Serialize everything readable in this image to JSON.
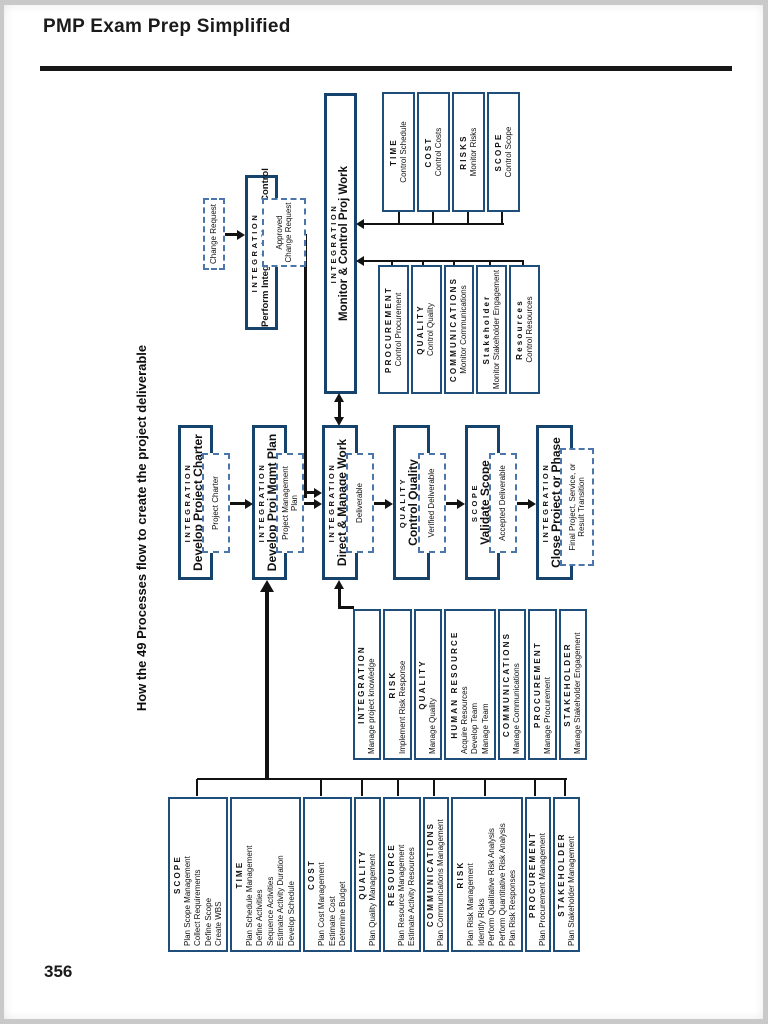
{
  "page": {
    "header_title": "PMP Exam Prep Simplified",
    "page_number": "356"
  },
  "diagram": {
    "title": "How the 49 Processes flow to create the project deliverable",
    "chain": [
      {
        "category": "INTEGRATION",
        "title": "Develop Project Charter",
        "output": "Project Charter"
      },
      {
        "category": "INTEGRATION",
        "title": "Develop Proj Mgmt Plan",
        "output": "Project Management Plan"
      },
      {
        "category": "INTEGRATION",
        "title": "Direct & Manage Work",
        "output": "Deliverable"
      },
      {
        "category": "QUALITY",
        "title": "Control Quality",
        "output": "Verified Deliverable"
      },
      {
        "category": "SCOPE",
        "title": "Validate Scope",
        "output": "Accepted Deliverable"
      },
      {
        "category": "INTEGRATION",
        "title": "Close Project or Phase",
        "output": "Final Project, Service, or Result Transition"
      }
    ],
    "monitoring": {
      "hub": {
        "category": "INTEGRATION",
        "title": "Monitor & Control Proj Work"
      },
      "change_control": {
        "category": "INTEGRATION",
        "title": "Perform Integrated Change Control",
        "output": "Approved Change Request"
      },
      "change_request_label": "Change Request",
      "right_group": {
        "items": [
          {
            "heading": "TIME",
            "lines": [
              "Control Schedule"
            ]
          },
          {
            "heading": "COST",
            "lines": [
              "Control Costs"
            ]
          },
          {
            "heading": "RISKS",
            "lines": [
              "Monitor Risks"
            ]
          },
          {
            "heading": "SCOPE",
            "lines": [
              "Control Scope"
            ]
          }
        ]
      },
      "left_group": {
        "items": [
          {
            "heading": "PROCUREMENT",
            "lines": [
              "Control Procurement"
            ]
          },
          {
            "heading": "QUALITY",
            "lines": [
              "Control Quality"
            ]
          },
          {
            "heading": "COMMUNICATIONS",
            "lines": [
              "Monitor Communications"
            ]
          },
          {
            "heading": "Stakeholder",
            "lines": [
              "Monitor Stakeholder Engagement"
            ]
          },
          {
            "heading": "Resources",
            "lines": [
              "Control Resources"
            ]
          }
        ]
      }
    },
    "planning": {
      "items": [
        {
          "heading": "SCOPE",
          "lines": [
            "Plan Scope Management",
            "Collect Requirements",
            "Define Scope",
            "Create WBS"
          ]
        },
        {
          "heading": "TIME",
          "lines": [
            "Plan Schedule Management",
            "Define Activities",
            "Sequence Activities",
            "Estimate Activity Duration",
            "Develop Schedule"
          ]
        },
        {
          "heading": "COST",
          "lines": [
            "Plan Cost Management",
            "Estimate Cost",
            "Determine Budget"
          ]
        },
        {
          "heading": "QUALITY",
          "lines": [
            "Plan Quality Management"
          ]
        },
        {
          "heading": "RESOURCE",
          "lines": [
            "Plan Resource Management",
            "Estimate Activity Resources"
          ]
        },
        {
          "heading": "COMMUNICATIONS",
          "lines": [
            "Plan Communications Management"
          ]
        },
        {
          "heading": "RISK",
          "lines": [
            "Plan Risk Management",
            "Identify Risks",
            "Perform Qualitative Risk Analysis",
            "Perform Quantitative Risk Analysis",
            "Plan Risk Responses"
          ]
        },
        {
          "heading": "PROCUREMENT",
          "lines": [
            "Plan Procurement Management"
          ]
        },
        {
          "heading": "STAKEHOLDER",
          "lines": [
            "Plan Stakeholder Management"
          ]
        }
      ]
    },
    "executing": {
      "items": [
        {
          "heading": "INTEGRATION",
          "lines": [
            "Manage project knowledge"
          ]
        },
        {
          "heading": "RISK",
          "lines": [
            "Implement Risk Response"
          ]
        },
        {
          "heading": "QUALITY",
          "lines": [
            "Manage Quality"
          ]
        },
        {
          "heading": "HUMAN RESOURCE",
          "lines": [
            "Acquire Resources",
            "Develop Team",
            "Manage Team"
          ]
        },
        {
          "heading": "COMMUNICATIONS",
          "lines": [
            "Manage Communications"
          ]
        },
        {
          "heading": "PROCUREMENT",
          "lines": [
            "Manage Procurement"
          ]
        },
        {
          "heading": "STAKEHOLDER",
          "lines": [
            "Manage Stakeholder Engagement"
          ]
        }
      ]
    }
  },
  "colors": {
    "box_border": "#1f4e7a",
    "chain_border": "#16436b",
    "dashed_border": "#4a76ac",
    "connector_line": "#121212",
    "text": "#111111",
    "page_background": "#ffffff"
  }
}
